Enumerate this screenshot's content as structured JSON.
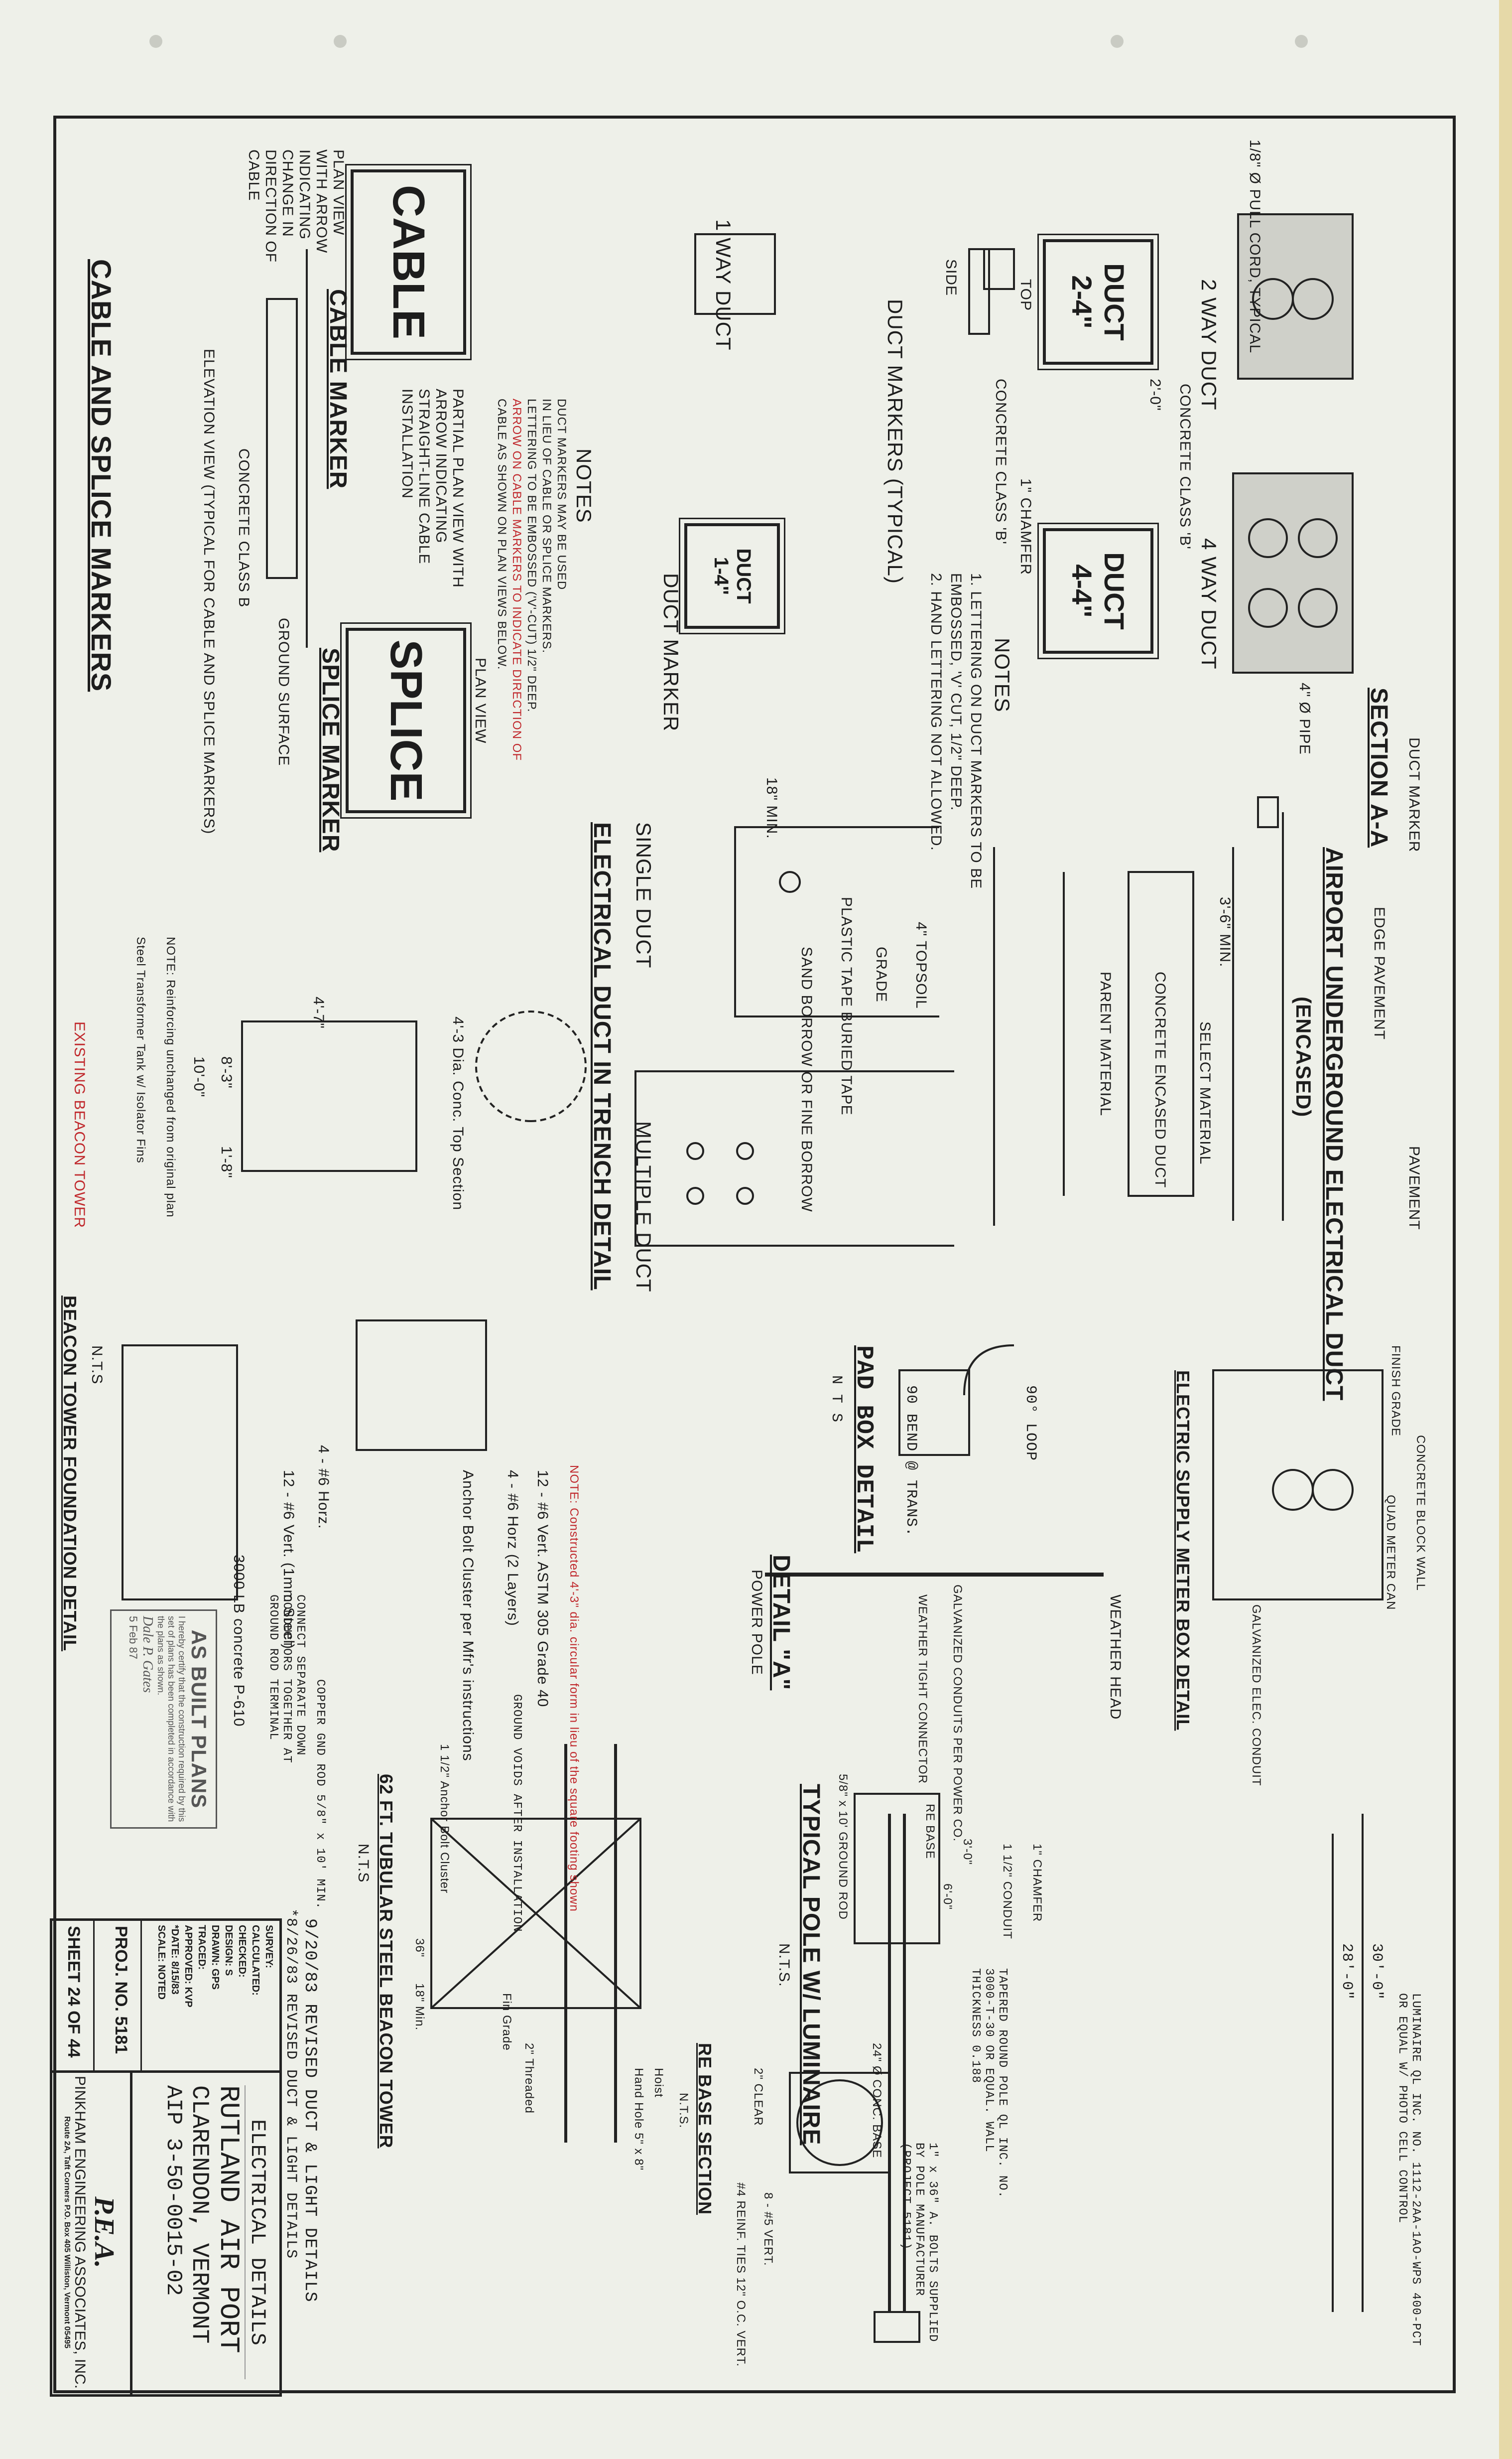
{
  "title_block": {
    "fields": [
      "SURVEY:",
      "CALCULATED:",
      "CHECKED:",
      "DESIGN: S",
      "DRAWN: GPS",
      "TRACED:",
      "APPROVED: KVP",
      "*DATE: 8/15/83",
      "SCALE: NOTED"
    ],
    "proj_no": "PROJ. NO. 5181",
    "sheet": "SHEET 24 OF 44",
    "title": "ELECTRICAL DETAILS",
    "project": "RUTLAND AIR PORT",
    "location": "CLARENDON, VERMONT",
    "aip": "AIP 3-50-0015-02",
    "revisions": [
      "9/20/83 REVISED DUCT & LIGHT DETAILS",
      "*8/26/83 REVISED DUCT & LIGHT DETAILS"
    ],
    "firm_logo": "P.E.A.",
    "firm": "PINKHAM ENGINEERING ASSOCIATES, INC.",
    "address": "Route 2A, Taft Corners    P.O. Box 405    Williston, Vermont 05495"
  },
  "section_aa": {
    "title": "SECTION A-A",
    "two_way": "2 WAY DUCT",
    "four_way": "4 WAY DUCT",
    "pull_cord": "1/8\" Ø PULL CORD, TYPICAL",
    "concrete": "CONCRETE CLASS 'B'",
    "pipe": "4\" Ø PIPE"
  },
  "duct_markers": {
    "title": "DUCT MARKERS (TYPICAL)",
    "m1": [
      "DUCT",
      "2-4\""
    ],
    "m2": [
      "DUCT",
      "4-4\""
    ],
    "m3": [
      "DUCT",
      "1-4\""
    ],
    "chamfer": "1\" CHAMFER",
    "side": "SIDE",
    "top": "TOP",
    "concrete": "CONCRETE CLASS 'B'",
    "notes_title": "NOTES",
    "notes": [
      "1. LETTERING ON DUCT MARKERS TO BE",
      "EMBOSSED, 'V' CUT, 1/2\" DEEP.",
      "2. HAND LETTERING NOT ALLOWED."
    ],
    "duct_marker": "DUCT MARKER",
    "one_way": "1 WAY DUCT",
    "dim": "2'-0\""
  },
  "cable_marker": {
    "word": "CABLE",
    "title": "CABLE MARKER",
    "plan": "PLAN VIEW WITH ARROW INDICATING CHANGE IN DIRECTION OF CABLE",
    "partial": "PARTIAL PLAN VIEW WITH ARROW INDICATING STRAIGHT-LINE CABLE INSTALLATION",
    "notes_title": "NOTES",
    "notes": [
      "DUCT MARKERS MAY BE USED",
      "IN LIEU OF CABLE OR SPLICE MARKERS.",
      "LETTERING TO BE EMBOSSED ('V'-CUT) 1/2\" DEEP.",
      "ARROW ON CABLE MARKERS TO INDICATE DIRECTION OF",
      "CABLE AS SHOWN ON PLAN VIEWS BELOW."
    ]
  },
  "splice_marker": {
    "word": "SPLICE",
    "title": "SPLICE MARKER",
    "plan": "PLAN VIEW"
  },
  "cable_splice": {
    "title": "CABLE AND SPLICE MARKERS",
    "elevation": "ELEVATION VIEW (TYPICAL FOR CABLE AND SPLICE MARKERS)",
    "ground": "GROUND SURFACE",
    "concrete": "CONCRETE CLASS B"
  },
  "underground_duct": {
    "title": "AIRPORT UNDERGROUND ELECTRICAL DUCT",
    "subtitle": "(ENCASED)",
    "pavement": "PAVEMENT",
    "edge": "EDGE PAVEMENT",
    "select": "SELECT MATERIAL",
    "parent": "PARENT MATERIAL",
    "encased": "CONCRETE ENCASED DUCT",
    "marker": "DUCT MARKER",
    "min": "3'-6\" MIN."
  },
  "trench": {
    "title": "ELECTRICAL DUCT IN TRENCH DETAIL",
    "single": "SINGLE DUCT",
    "multiple": "MULTIPLE DUCT",
    "topsoil": "4\" TOPSOIL",
    "grade": "GRADE",
    "tape": "PLASTIC TAPE BURIED TAPE",
    "sand": "SAND BORROW OR FINE BORROW",
    "min18": "18\" MIN."
  },
  "beacon_foundation": {
    "title": "BEACON TOWER FOUNDATION DETAIL",
    "nts": "N.T.S",
    "existing": "EXISTING BEACON TOWER",
    "dims": [
      "8'-3\"",
      "10'-0\"",
      "4'-7\"",
      "1'-8\""
    ],
    "top": "4'-3 Dia. Conc. Top Section",
    "note": "NOTE: Reinforcing unchanged from original plan",
    "steel": "Steel Transformer Tank w/ Isolator Fins",
    "concrete": "3000 LB concrete P-610",
    "bars": [
      "4 - #6 Horz.",
      "12 - #6 Vert. (1mm Steel)",
      "4 - #6 Horz (2 Layers)",
      "12 - #6 Vert. ASTM 305 Grade 40"
    ],
    "anchor": "Anchor Bolt Cluster per Mfr's instructions",
    "red_note": "NOTE: Constructed 4'-3\" dia. circular form in lieu of the square footing shown"
  },
  "meter_box": {
    "title": "ELECTRIC SUPPLY METER BOX DETAIL",
    "block": "CONCRETE BLOCK WALL",
    "meter": "QUAD METER CAN",
    "conduit": "GALVANIZED ELEC. CONDUIT",
    "grade": "FINISH GRADE"
  },
  "pad_box": {
    "title": "PAD BOX DETAIL",
    "nts": "N T S",
    "loop": "90° LOOP",
    "bend": "90 BEND @ TRANS."
  },
  "power_pole": {
    "title": "DETAIL \"A\"",
    "sub": "POWER POLE",
    "head": "WEATHER HEAD",
    "conduit": "GALVANIZED CONDUITS PER POWER CO.",
    "conn": "WEATHER TIGHT CONNECTOR"
  },
  "pole": {
    "title": "TYPICAL POLE W/ LUMINAIRE",
    "nts": "N.T.S.",
    "h30": "30'-0\"",
    "h28": "28'-0\"",
    "luminaire": "LUMINAIRE QL INC. NO. 1112-2AA-1AO-WPS 400-PCT OR EQUAL W/ PHOTO CELL CONTROL",
    "taper": "TAPERED ROUND POLE QL INC. NO. 3000-T-30 OR EQUAL. WALL THICKNESS 0.188",
    "base": "RE BASE",
    "conduit": "1 1/2\" CONDUIT",
    "chamfer": "1\" CHAMFER",
    "ground": "5/8\" x 10' GROUND ROD",
    "anchor": "1\" x 36\" A. BOLTS SUPPLIED BY POLE MANUFACTURER (PROJECT 5181)",
    "vert": "8 - #5 VERT.",
    "section": "RE BASE SECTION",
    "section_nts": "N.T.S.",
    "clear": "2\" CLEAR",
    "base_dim": "24\" Ø CONC. BASE",
    "ties": "#4 REINF. TIES 12\" O.C. VERT.",
    "dims": [
      "3'-0\"",
      "6'-0\""
    ]
  },
  "beacon_tower": {
    "title": "62 FT. TUBULAR STEEL BEACON TOWER",
    "nts": "N.T.S",
    "anchor": "1 1/2\" Anchor Bolt Cluster",
    "hoist": "Hoist",
    "hole": "Hand Hole 5\" x 8\"",
    "fin": "Fin Grade",
    "threaded": "2\" Threaded",
    "min": "18\" Min.",
    "d36": "36\"",
    "rod": "COPPER GND ROD 5/8\" x 10' MIN.",
    "ground": "GROUND VOIDS AFTER INSTALLATION",
    "conn": "CONNECT SEPARATE DOWN CONDUCTORS TOGETHER AT GROUND ROD TERMINAL"
  },
  "as_built": {
    "title": "AS BUILT PLANS",
    "text": "I hereby certify that the construction required by this set of plans has been completed in accordance with the plans as shown.",
    "sig": "Dale P. Gates",
    "date": "5 Feb 87"
  },
  "colors": {
    "paper": "#eef0e9",
    "ink": "#1d1d1d",
    "red": "#c0282c",
    "edge": "#e6d9a8"
  }
}
